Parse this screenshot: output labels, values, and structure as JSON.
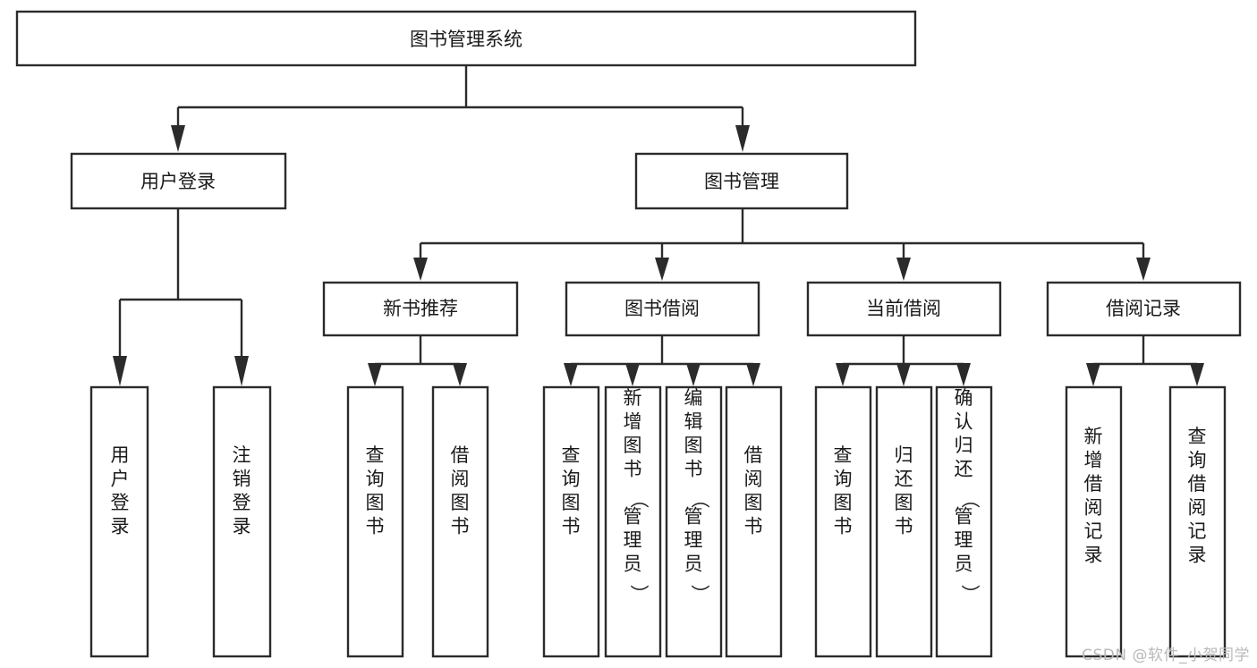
{
  "diagram": {
    "type": "tree-hierarchy-chart",
    "title": "图书管理系统",
    "watermark": "CSDN @软件_小贺同学",
    "colors": {
      "stroke": "#2b2b2b",
      "fill": "#ffffff",
      "text": "#1a1a1a",
      "watermark": "#b9b9b9",
      "background": "#ffffff"
    },
    "levels": [
      {
        "level": 1,
        "nodes": [
          {
            "id": "root",
            "label": "图书管理系统",
            "orientation": "horizontal"
          }
        ]
      },
      {
        "level": 2,
        "nodes": [
          {
            "id": "user-login",
            "label": "用户登录",
            "orientation": "horizontal",
            "parent": "root"
          },
          {
            "id": "book-manage",
            "label": "图书管理",
            "orientation": "horizontal",
            "parent": "root"
          }
        ]
      },
      {
        "level": 3,
        "nodes": [
          {
            "id": "new-book-rec",
            "label": "新书推荐",
            "orientation": "horizontal",
            "parent": "book-manage"
          },
          {
            "id": "book-borrow",
            "label": "图书借阅",
            "orientation": "horizontal",
            "parent": "book-manage"
          },
          {
            "id": "current-borrow",
            "label": "当前借阅",
            "orientation": "horizontal",
            "parent": "book-manage"
          },
          {
            "id": "borrow-record",
            "label": "借阅记录",
            "orientation": "horizontal",
            "parent": "book-manage"
          }
        ]
      },
      {
        "level": 4,
        "nodes": [
          {
            "id": "leaf-user-login",
            "label": "用户登录",
            "orientation": "vertical",
            "parent": "user-login"
          },
          {
            "id": "leaf-user-logout",
            "label": "注销登录",
            "orientation": "vertical",
            "parent": "user-login"
          },
          {
            "id": "leaf-query-book-1",
            "label": "查询图书",
            "orientation": "vertical",
            "parent": "new-book-rec"
          },
          {
            "id": "leaf-borrow-book-1",
            "label": "借阅图书",
            "orientation": "vertical",
            "parent": "new-book-rec"
          },
          {
            "id": "leaf-query-book-2",
            "label": "查询图书",
            "orientation": "vertical",
            "parent": "book-borrow"
          },
          {
            "id": "leaf-add-book",
            "label": "新增图书（管理员）",
            "orientation": "vertical",
            "parent": "book-borrow"
          },
          {
            "id": "leaf-edit-book",
            "label": "编辑图书（管理员）",
            "orientation": "vertical",
            "parent": "book-borrow"
          },
          {
            "id": "leaf-borrow-book-2",
            "label": "借阅图书",
            "orientation": "vertical",
            "parent": "book-borrow"
          },
          {
            "id": "leaf-query-book-3",
            "label": "查询图书",
            "orientation": "vertical",
            "parent": "current-borrow"
          },
          {
            "id": "leaf-return-book",
            "label": "归还图书",
            "orientation": "vertical",
            "parent": "current-borrow"
          },
          {
            "id": "leaf-confirm-return",
            "label": "确认归还（管理员）",
            "orientation": "vertical",
            "parent": "current-borrow"
          },
          {
            "id": "leaf-add-record",
            "label": "新增借阅记录",
            "orientation": "vertical",
            "parent": "borrow-record"
          },
          {
            "id": "leaf-query-record",
            "label": "查询借阅记录",
            "orientation": "vertical",
            "parent": "borrow-record"
          }
        ]
      }
    ]
  }
}
